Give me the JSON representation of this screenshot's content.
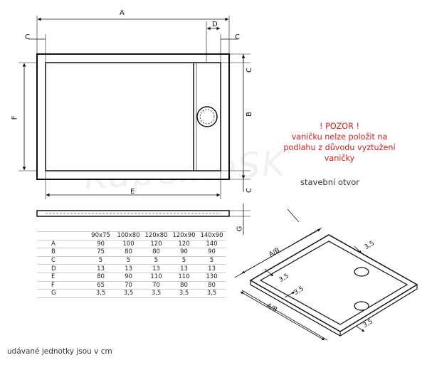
{
  "dimension_labels": {
    "a": "A",
    "b": "B",
    "c": "C",
    "d": "D",
    "e": "E",
    "f": "F",
    "g": "G"
  },
  "iso_labels": {
    "ab": "A/B",
    "offset": "3,5"
  },
  "warning": {
    "line1": "! POZOR !",
    "line2": "vaničku nelze položit na",
    "line3": "podlahu z důvodu vyztužení",
    "line4": "vaničky"
  },
  "stavebni_otvor": "stavební otvor",
  "watermark": "KupelneSK",
  "table": {
    "columns": [
      "90x75",
      "100x80",
      "120x80",
      "120x90",
      "140x90"
    ],
    "rows": [
      {
        "label": "A",
        "values": [
          "90",
          "100",
          "120",
          "120",
          "140"
        ]
      },
      {
        "label": "B",
        "values": [
          "75",
          "80",
          "80",
          "90",
          "90"
        ]
      },
      {
        "label": "C",
        "values": [
          "5",
          "5",
          "5",
          "5",
          "5"
        ]
      },
      {
        "label": "D",
        "values": [
          "13",
          "13",
          "13",
          "13",
          "13"
        ]
      },
      {
        "label": "E",
        "values": [
          "80",
          "90",
          "110",
          "110",
          "130"
        ]
      },
      {
        "label": "F",
        "values": [
          "65",
          "70",
          "70",
          "80",
          "80"
        ]
      },
      {
        "label": "G",
        "values": [
          "3,5",
          "3,5",
          "3,5",
          "3,5",
          "3,5"
        ]
      }
    ]
  },
  "units_note": "udávané jednotky jsou v cm"
}
